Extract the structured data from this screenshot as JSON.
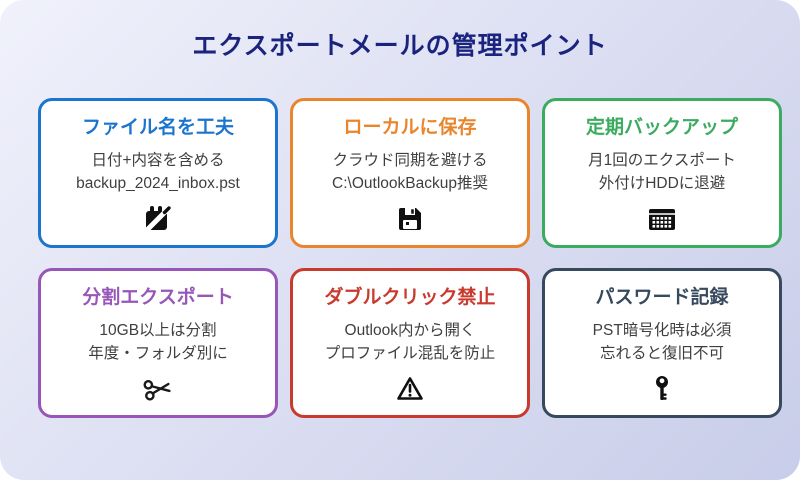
{
  "page": {
    "title": "エクスポートメールの管理ポイント",
    "title_color": "#1a237e",
    "background": {
      "top": "#f0f1fb",
      "bottom": "#c8cde9"
    }
  },
  "cards": [
    {
      "title": "ファイル名を工夫",
      "line1": "日付+内容を含める",
      "line2": "backup_2024_inbox.pst",
      "icon": "memo-pencil-icon",
      "color": "#1b74cd"
    },
    {
      "title": "ローカルに保存",
      "line1": "クラウド同期を避ける",
      "line2": "C:\\OutlookBackup推奨",
      "icon": "floppy-disk-icon",
      "color": "#e7862c"
    },
    {
      "title": "定期バックアップ",
      "line1": "月1回のエクスポート",
      "line2": "外付けHDDに退避",
      "icon": "calendar-icon",
      "color": "#3bab60"
    },
    {
      "title": "分割エクスポート",
      "line1": "10GB以上は分割",
      "line2": "年度・フォルダ別に",
      "icon": "scissors-icon",
      "color": "#9857b8"
    },
    {
      "title": "ダブルクリック禁止",
      "line1": "Outlook内から開く",
      "line2": "プロファイル混乱を防止",
      "icon": "warning-icon",
      "color": "#c93a2e"
    },
    {
      "title": "パスワード記録",
      "line1": "PST暗号化時は必須",
      "line2": "忘れると復旧不可",
      "icon": "key-icon",
      "color": "#36495e"
    }
  ]
}
